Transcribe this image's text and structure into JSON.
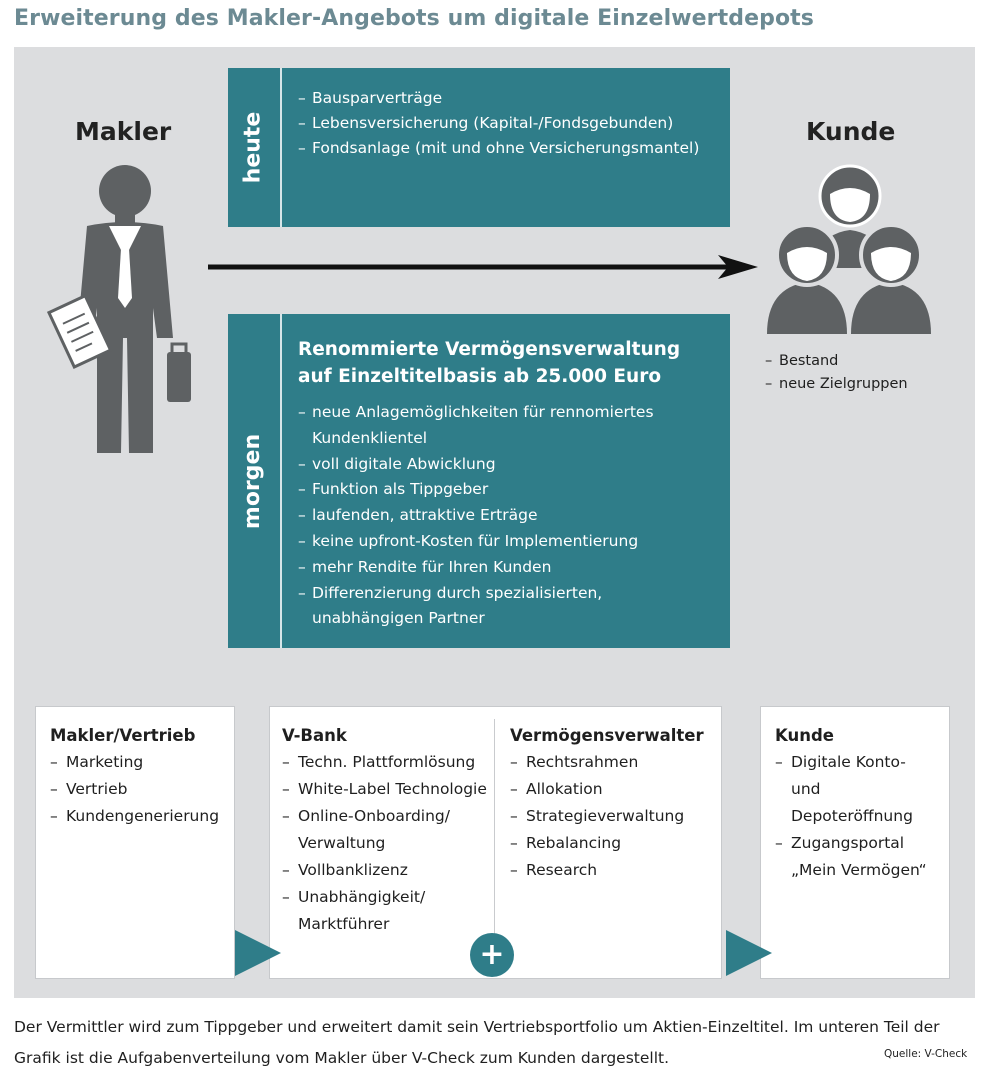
{
  "title": "Erweiterung des Makler-Angebots um digitale Einzelwertdepots",
  "colors": {
    "title": "#6c8a93",
    "panel_background": "#dcdddf",
    "accent_teal": "#2f7d89",
    "figure_gray": "#5e6163"
  },
  "makler": {
    "label": "Makler"
  },
  "kunde": {
    "label": "Kunde",
    "notes": [
      "Bestand",
      "neue Zielgruppen"
    ]
  },
  "heute": {
    "label": "heute",
    "items": [
      "Bausparverträge",
      "Lebensversicherung (Kapital-/Fondsgebunden)",
      "Fondsanlage (mit und ohne Versicherungsmantel)"
    ]
  },
  "morgen": {
    "label": "morgen",
    "heading_line1": "Renommierte Vermögensverwaltung",
    "heading_line2": "auf Einzeltitelbasis ab 25.000 Euro",
    "items": [
      "neue Anlagemöglichkeiten für rennomiertes Kundenklientel",
      "voll digitale Abwicklung",
      "Funktion als Tippgeber",
      "laufenden, attraktive Erträge",
      "keine upfront-Kosten für Implementierung",
      "mehr Rendite für Ihren Kunden",
      "Differenzierung durch spezialisierten, unabhängigen Partner"
    ]
  },
  "cards": {
    "makler_vertrieb": {
      "title": "Makler/Vertrieb",
      "items": [
        "Marketing",
        "Vertrieb",
        "Kundengenerierung"
      ]
    },
    "vbank": {
      "title": "V-Bank",
      "items": [
        "Techn. Plattformlösung",
        "White-Label Technologie",
        "Online-Onboarding/ Verwaltung",
        "Vollbanklizenz",
        "Unabhängigkeit/ Marktführer"
      ]
    },
    "vermoegensverwalter": {
      "title": "Vermögensverwalter",
      "items": [
        "Rechtsrahmen",
        "Allokation",
        "Strategieverwaltung",
        "Rebalancing",
        "Research"
      ]
    },
    "kunde": {
      "title": "Kunde",
      "items": [
        "Digitale Konto- und Depoteröffnung",
        "Zugangsportal „Mein Vermögen“"
      ]
    },
    "plus_symbol": "+"
  },
  "dash": "–",
  "footer": "Der Vermittler wird zum Tippgeber und erweitert damit sein Vertriebsportfolio um Aktien-Einzeltitel. Im unteren Teil der Grafik ist die Aufgabenverteilung vom Makler über V-Check zum Kunden dargestellt.",
  "source": "Quelle: V-Check"
}
